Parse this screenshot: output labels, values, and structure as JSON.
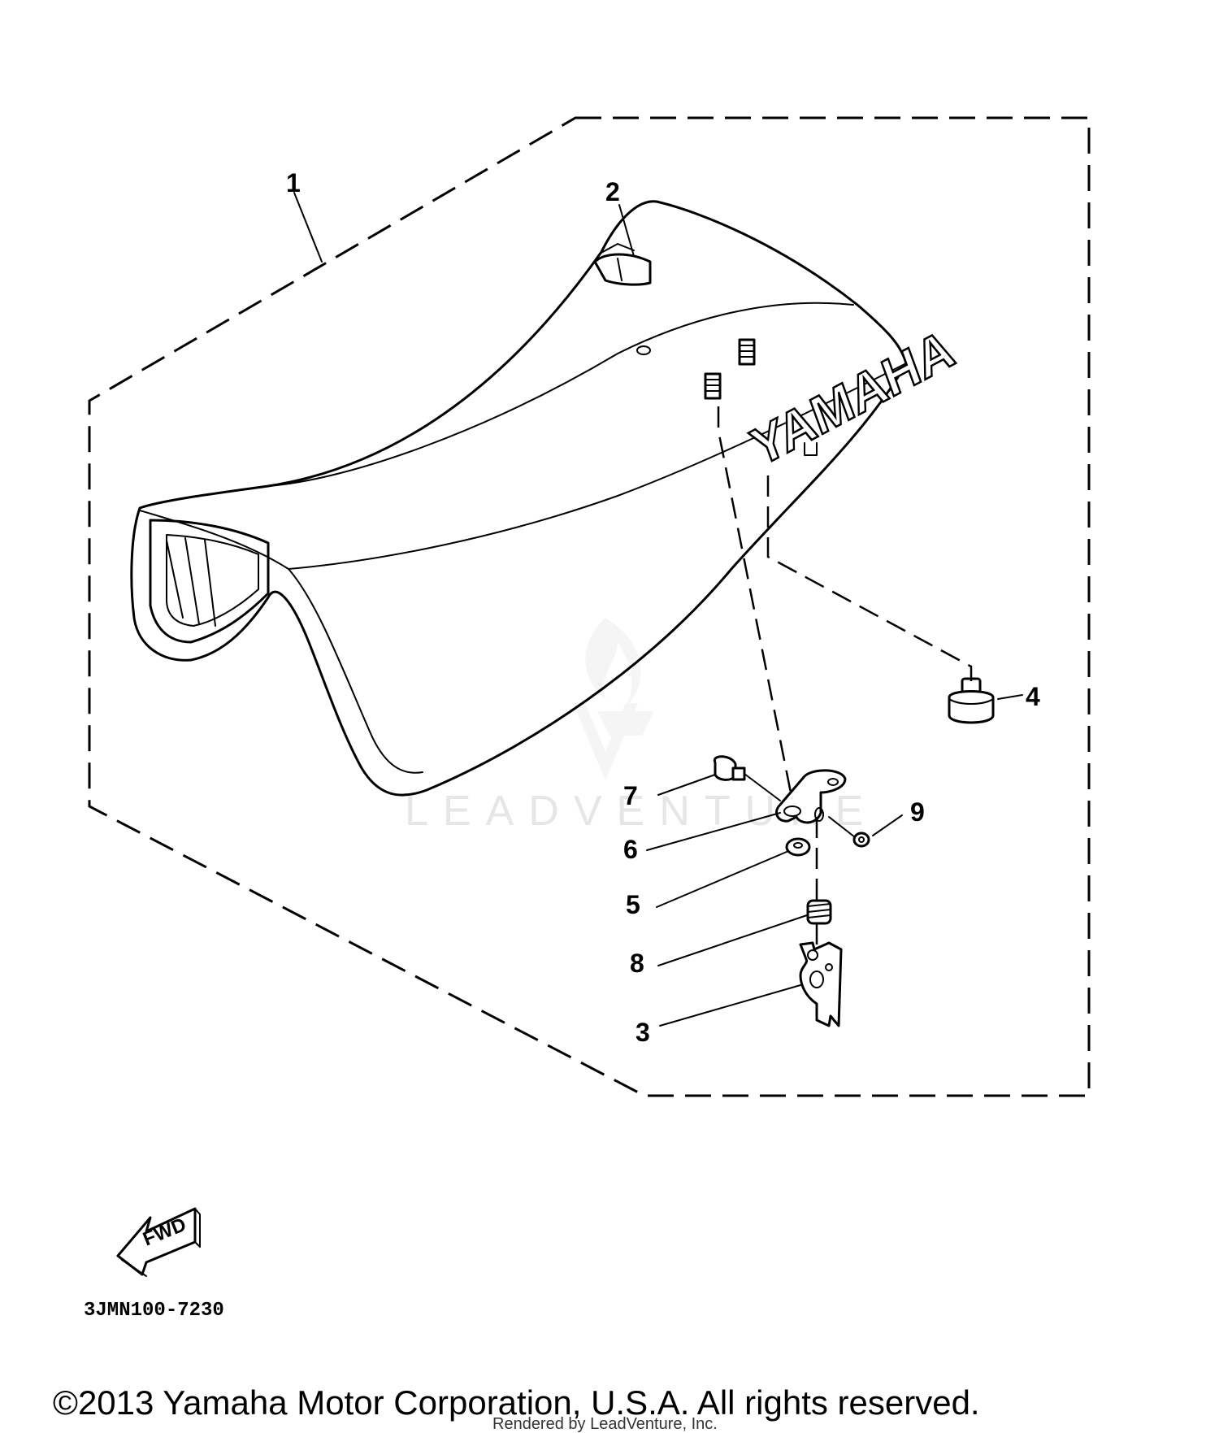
{
  "callouts": {
    "c1": "1",
    "c2": "2",
    "c3": "3",
    "c4": "4",
    "c5": "5",
    "c6": "6",
    "c7": "7",
    "c8": "8",
    "c9": "9"
  },
  "seat_brand": "YAMAHA",
  "fwd_label": "FWD",
  "diagram_code": "3JMN100-7230",
  "watermark_text": "LEADVENTURE",
  "copyright": "©2013 Yamaha Motor Corporation, U.S.A. All rights reserved.",
  "rendered_by": "Rendered by LeadVenture, Inc."
}
